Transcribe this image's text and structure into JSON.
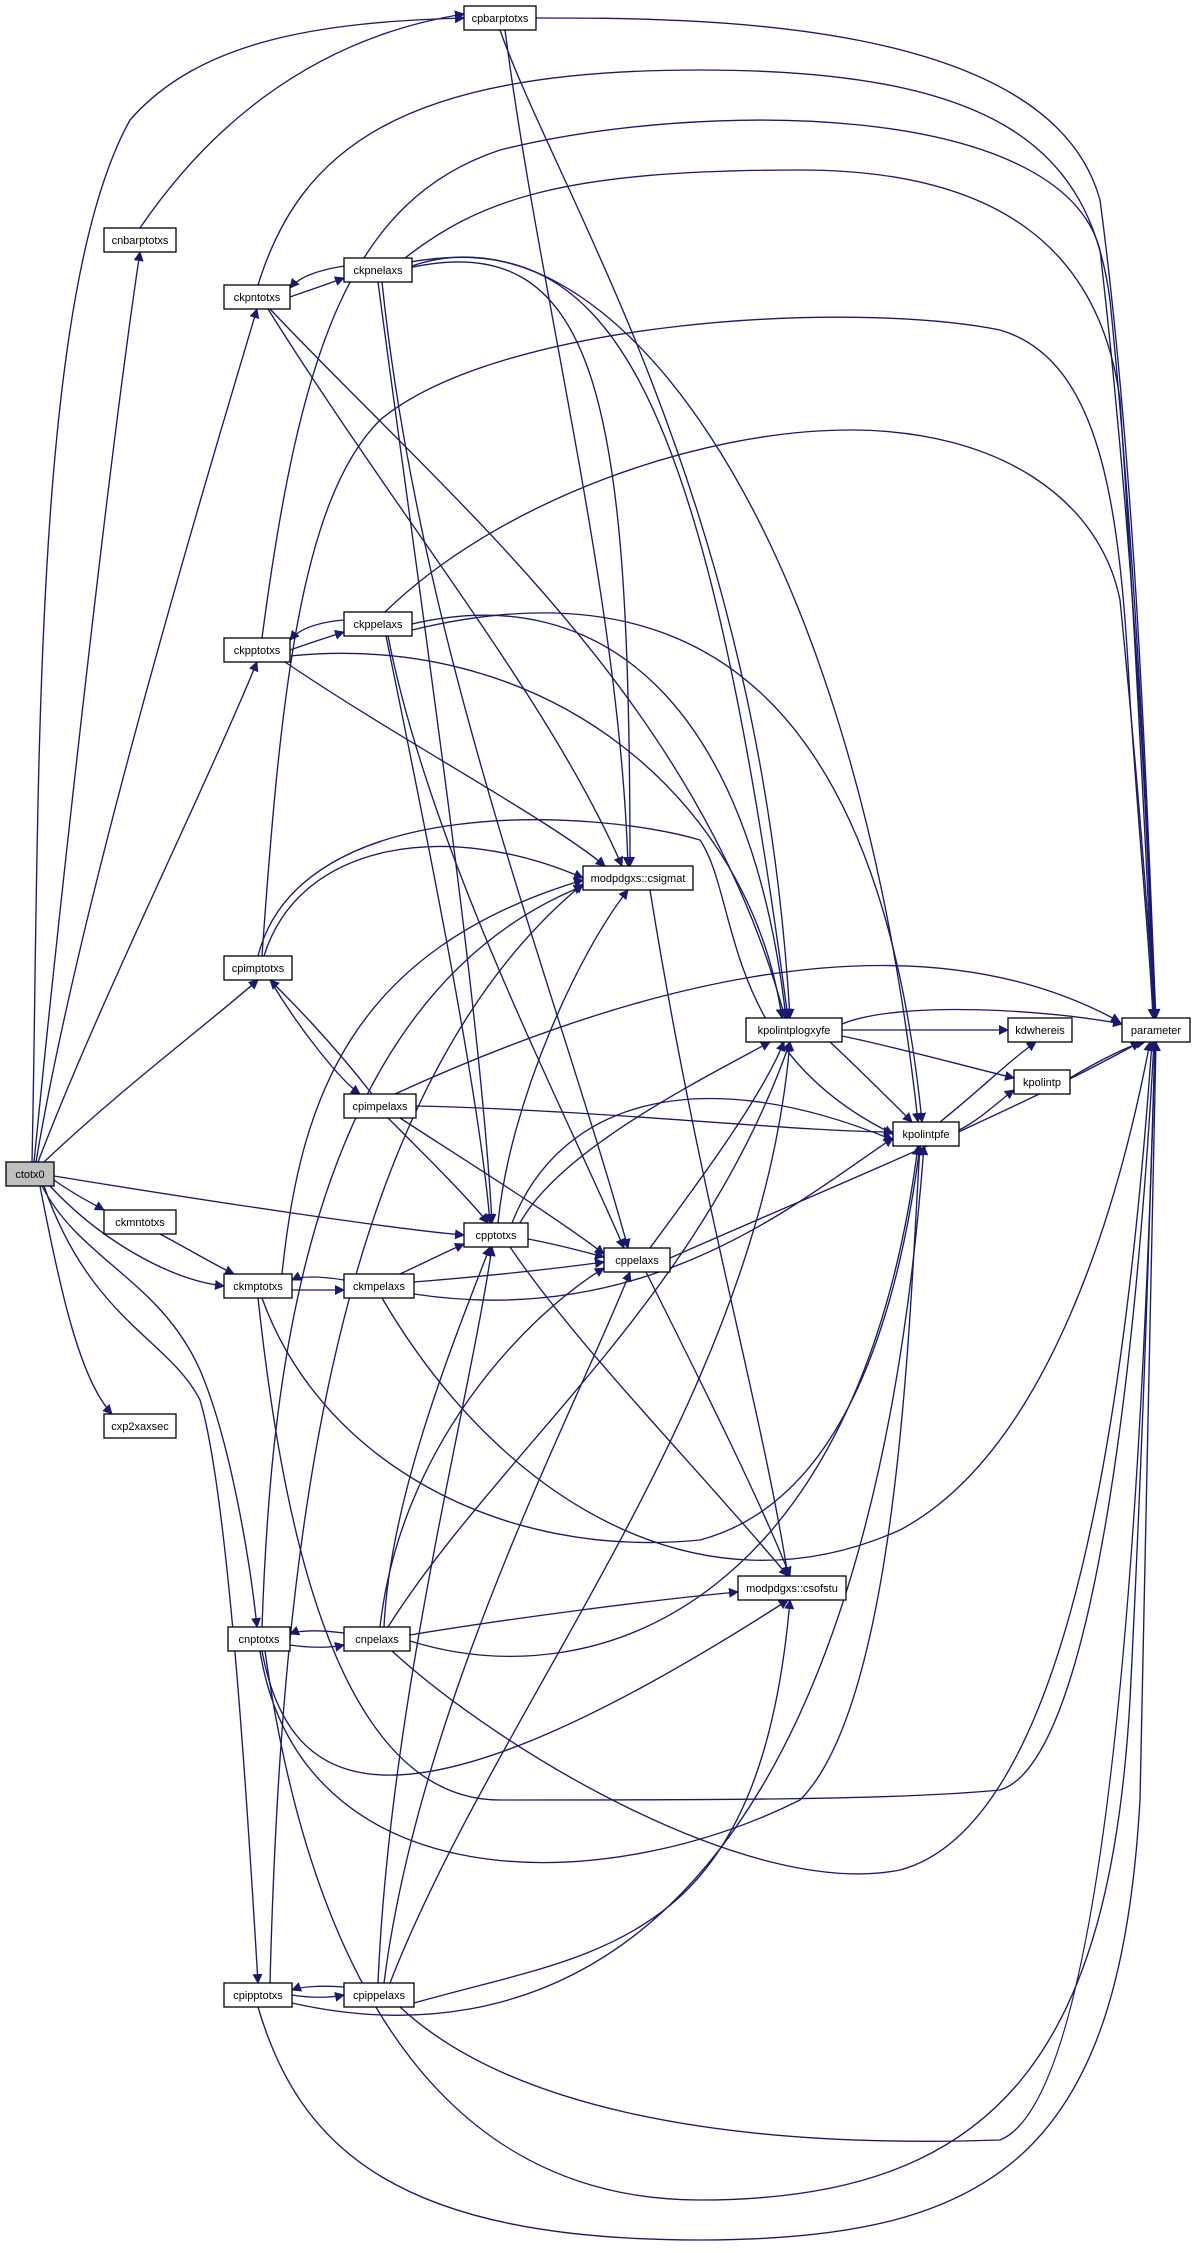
{
  "graph": {
    "edge_color": "#191970",
    "root_fill": "#bfbfbf",
    "node_fill": "#ffffff",
    "nodes": {
      "ctotx0": "ctotx0",
      "cpbarptotxs": "cpbarptotxs",
      "cnbarptotxs": "cnbarptotxs",
      "ckpntotxs": "ckpntotxs",
      "ckpnelaxs": "ckpnelaxs",
      "ckpptotxs": "ckpptotxs",
      "ckppelaxs": "ckppelaxs",
      "csigmat": "modpdgxs::csigmat",
      "cpimptotxs": "cpimptotxs",
      "cpimpelaxs": "cpimpelaxs",
      "kpolintplogxyfe": "kpolintplogxyfe",
      "kdwhereis": "kdwhereis",
      "parameter": "parameter",
      "kpolintp": "kpolintp",
      "kpolintpfe": "kpolintpfe",
      "ckmntotxs": "ckmntotxs",
      "cpptotxs": "cpptotxs",
      "cppelaxs": "cppelaxs",
      "ckmptotxs": "ckmptotxs",
      "ckmpelaxs": "ckmpelaxs",
      "cxp2xaxsec": "cxp2xaxsec",
      "csofstu": "modpdgxs::csofstu",
      "cnptotxs": "cnptotxs",
      "cnpelaxs": "cnpelaxs",
      "cpipptotxs": "cpipptotxs",
      "cpippelaxs": "cpippelaxs"
    }
  }
}
